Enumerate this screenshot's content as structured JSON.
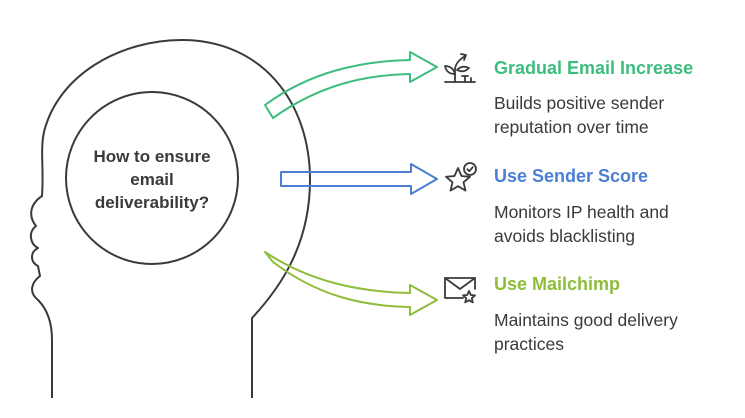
{
  "center": {
    "question_lines": [
      "How to ensure",
      "email",
      "deliverability?"
    ]
  },
  "colors": {
    "green": "#3dbd7d",
    "blue": "#4a7fd4",
    "lime": "#8ebd3a",
    "outline": "#3a3a3a",
    "text": "#3a3a3a"
  },
  "items": [
    {
      "title": "Gradual Email Increase",
      "desc_lines": [
        "Builds positive sender",
        "reputation over time"
      ],
      "icon": "growth-plant-icon",
      "color": "#3dbd7d"
    },
    {
      "title": "Use Sender Score",
      "desc_lines": [
        "Monitors IP health and",
        "avoids blacklisting"
      ],
      "icon": "star-check-icon",
      "color": "#4a7fd4"
    },
    {
      "title": "Use Mailchimp",
      "desc_lines": [
        "Maintains good delivery",
        "practices"
      ],
      "icon": "envelope-star-icon",
      "color": "#8ebd3a"
    }
  ]
}
